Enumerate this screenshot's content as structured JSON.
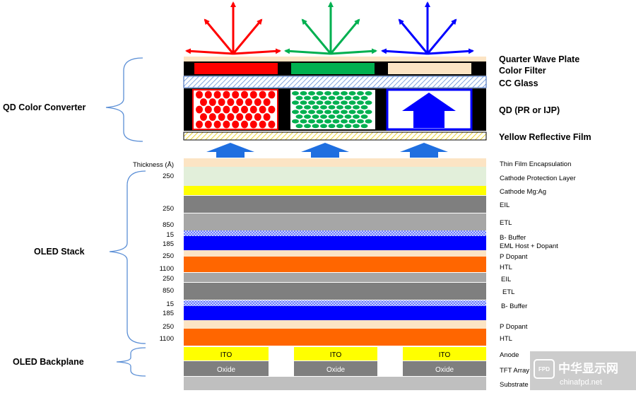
{
  "colors": {
    "red": "#ff0000",
    "green": "#00b050",
    "blue": "#0000ff",
    "light_blue": "#1f6fe0",
    "yellow": "#ffff00",
    "orange": "#ff6600",
    "gray_dark": "#7f7f7f",
    "gray_mid": "#a6a6a6",
    "gray_light": "#d9d9d9",
    "cream": "#fce4c4",
    "mint": "#e2efda",
    "black": "#000000"
  },
  "sections": {
    "qd_converter": "QD Color Converter",
    "oled_stack": "OLED Stack",
    "oled_backplane": "OLED Backplane"
  },
  "qd_layers": {
    "quarter_wave_plate": "Quarter Wave Plate",
    "color_filter": "Color Filter",
    "cc_glass": "CC Glass",
    "qd": "QD (PR or IJP)",
    "yellow_reflective_film": "Yellow Reflective Film"
  },
  "thickness_header": "Thickness (Å)",
  "stack_layers": [
    {
      "name": "Thin Film Encapsulation",
      "thickness": "",
      "color": "#fce4c4"
    },
    {
      "name": "Cathode Protection Layer",
      "thickness": "250",
      "color": "#e2efda"
    },
    {
      "name": "Cathode Mg:Ag",
      "thickness": "",
      "color": "#ffff00"
    },
    {
      "name": "EIL",
      "thickness": "250",
      "color": "#7f7f7f"
    },
    {
      "name": "ETL",
      "thickness": "850",
      "color": "#a6a6a6"
    },
    {
      "name": "B- Buffer",
      "thickness": "15",
      "color": "pattern"
    },
    {
      "name": "EML Host + Dopant",
      "thickness": "185",
      "color": "#0000ff"
    },
    {
      "name": "P Dopant",
      "thickness": "250",
      "color": "#fce4c4"
    },
    {
      "name": "HTL",
      "thickness": "1100",
      "color": "#ff6600"
    },
    {
      "name": "EIL",
      "thickness": "250",
      "color": "#a6a6a6"
    },
    {
      "name": "ETL",
      "thickness": "850",
      "color": "#7f7f7f"
    },
    {
      "name": "B- Buffer",
      "thickness": "15",
      "color": "pattern"
    },
    {
      "name": "",
      "thickness": "185",
      "color": "#0000ff"
    },
    {
      "name": "P Dopant",
      "thickness": "250",
      "color": "#fce4c4"
    },
    {
      "name": "HTL",
      "thickness": "1100",
      "color": "#ff6600"
    }
  ],
  "backplane": {
    "anode_label": "Anode",
    "tft_label": "TFT Array",
    "substrate_label": "Substrate",
    "ito": [
      "ITO",
      "ITO",
      "ITO"
    ],
    "oxide": [
      "Oxide",
      "Oxide",
      "Oxide"
    ]
  },
  "watermark": {
    "logo": "FPD",
    "cn": "中华显示网",
    "url": "chinafpd.net"
  }
}
